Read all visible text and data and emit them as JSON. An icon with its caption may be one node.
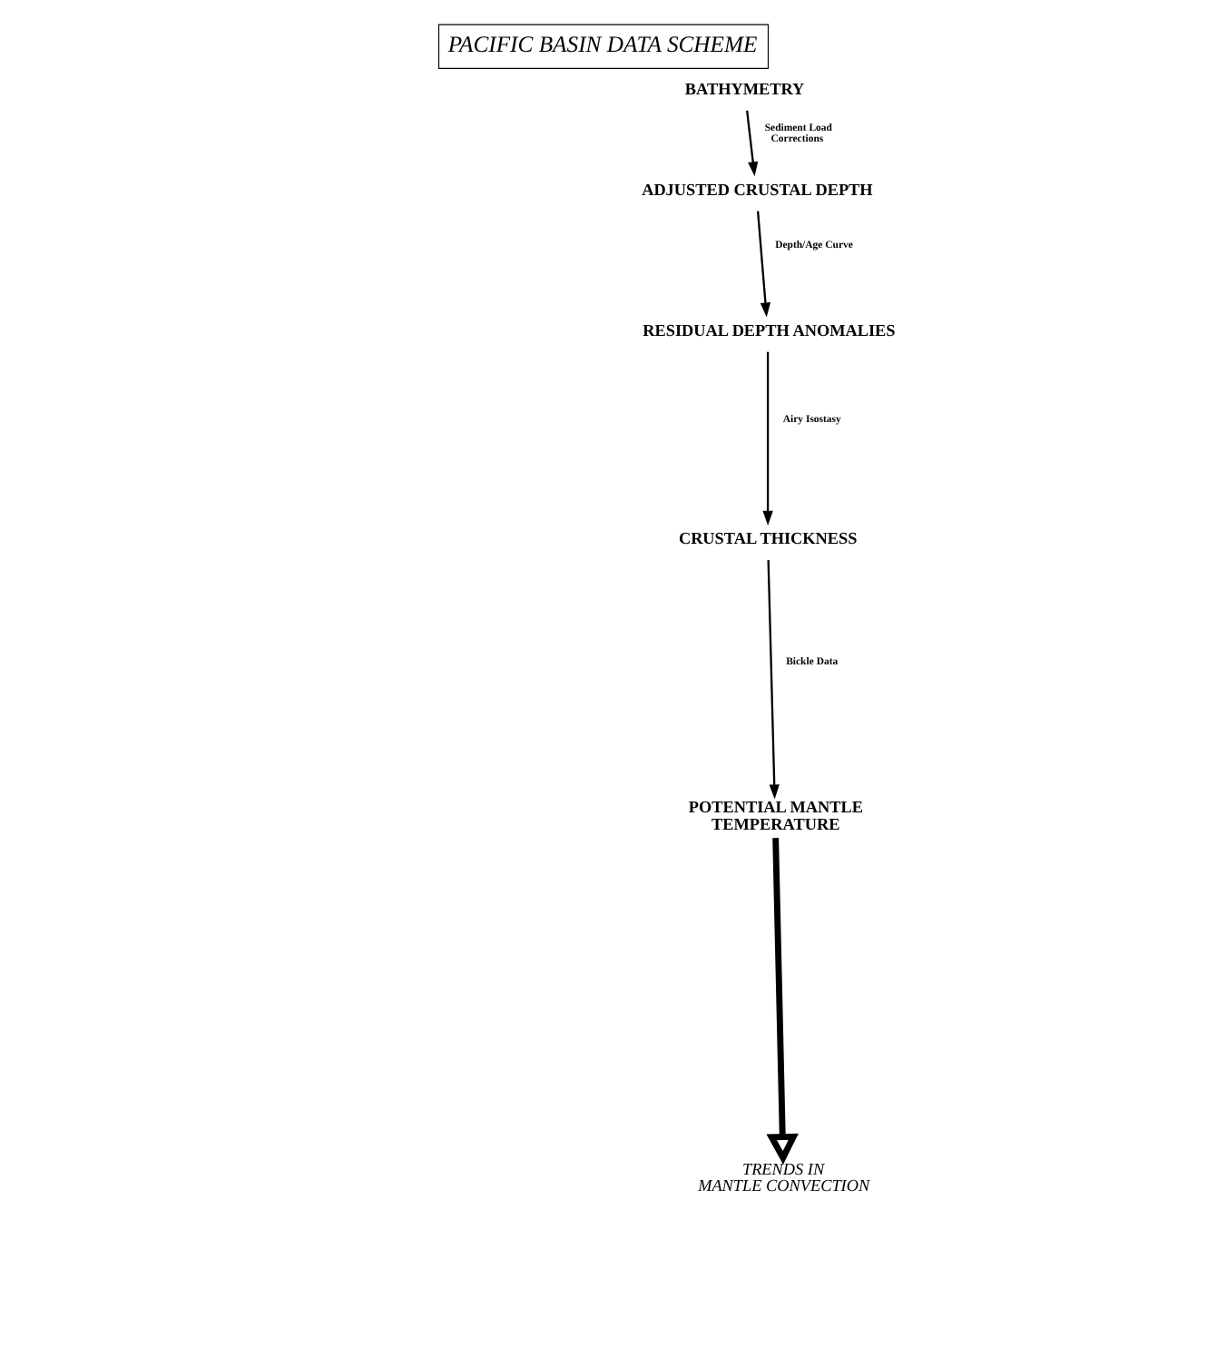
{
  "diagram": {
    "title": "PACIFIC BASIN DATA SCHEME",
    "nodes": [
      {
        "text": [
          "BATHYMETRY"
        ]
      },
      {
        "text": [
          "ADJUSTED CRUSTAL DEPTH"
        ]
      },
      {
        "text": [
          "RESIDUAL DEPTH ANOMALIES"
        ]
      },
      {
        "text": [
          "CRUSTAL THICKNESS"
        ]
      },
      {
        "text": [
          "POTENTIAL MANTLE TEMPERATURE"
        ]
      },
      {
        "text": [
          "TRENDS IN MANTLE CONVECTION"
        ]
      }
    ],
    "edges": [
      {
        "from": 0,
        "to": 1,
        "arrow": "to",
        "label": "Sediment Load Corrections"
      },
      {
        "from": 1,
        "to": 2,
        "arrow": "to",
        "label": "Depth/Age Curve"
      },
      {
        "from": 2,
        "to": 3,
        "arrow": "to",
        "label": "Airy Isostasy"
      },
      {
        "from": 3,
        "to": 4,
        "arrow": "to",
        "label": "Bickle Data"
      },
      {
        "from": 4,
        "to": 5,
        "arrow": "to",
        "style": "thick"
      }
    ]
  }
}
